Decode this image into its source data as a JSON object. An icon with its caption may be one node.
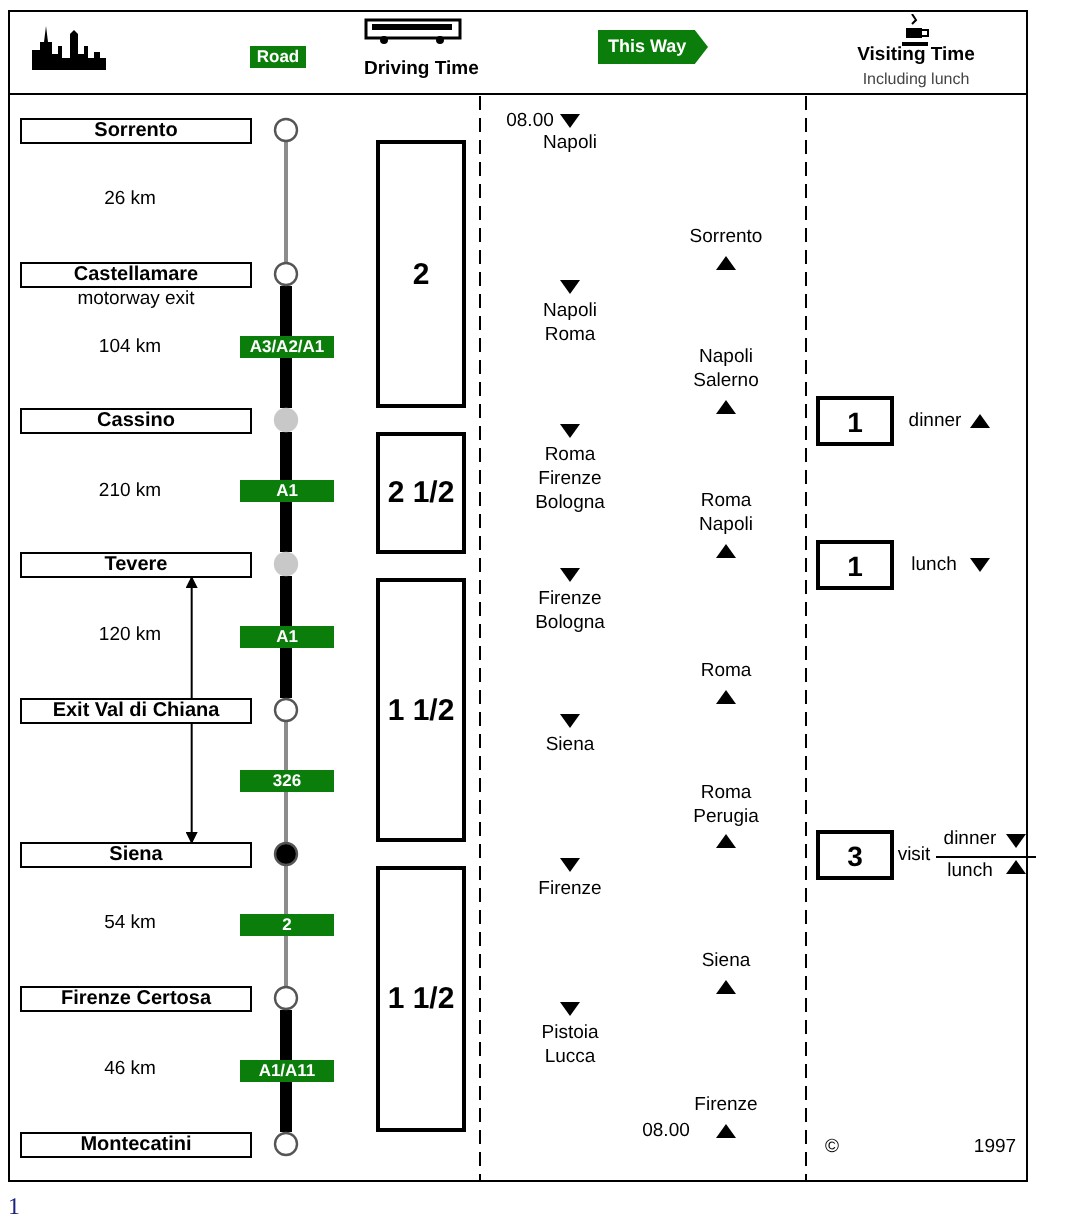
{
  "diagram": {
    "nodes": [
      {
        "text": [
          "Sorrento"
        ]
      },
      {
        "text": [
          "Castellamare"
        ],
        "beside": [
          "motorway exit"
        ]
      },
      {
        "text": [
          "Cassino"
        ]
      },
      {
        "text": [
          "Tevere"
        ]
      },
      {
        "text": [
          "Exit Val di Chiana"
        ]
      },
      {
        "text": [
          "Siena"
        ]
      },
      {
        "text": [
          "Firenze Certosa"
        ]
      },
      {
        "text": [
          "Montecatini"
        ]
      },
      {
        "text": [],
        "shape": "circle"
      },
      {
        "text": [],
        "shape": "circle"
      },
      {
        "text": [],
        "shape": "circle"
      },
      {
        "text": [],
        "shape": "circle"
      },
      {
        "text": [],
        "shape": "circle"
      },
      {
        "text": [],
        "shape": "circle"
      },
      {
        "text": [],
        "shape": "circle"
      },
      {
        "text": [],
        "shape": "circle"
      },
      {
        "text": [
          "2"
        ]
      },
      {
        "text": [
          "2 1/2"
        ]
      },
      {
        "text": [
          "1 1/2"
        ]
      },
      {
        "text": [
          "1 1/2"
        ]
      },
      {
        "text": [
          "1"
        ]
      },
      {
        "text": [
          "1"
        ]
      },
      {
        "text": [
          "3"
        ]
      }
    ],
    "edges": [
      {
        "from": 8,
        "to": 9,
        "arrow": "none",
        "color": "#8c8c8c"
      },
      {
        "from": 9,
        "to": 10,
        "arrow": "none",
        "style": "thick"
      },
      {
        "from": 10,
        "to": 11,
        "arrow": "none",
        "style": "thick"
      },
      {
        "from": 11,
        "to": 12,
        "arrow": "none",
        "style": "thick"
      },
      {
        "from": 12,
        "to": 13,
        "arrow": "none",
        "color": "#8c8c8c"
      },
      {
        "from": 13,
        "to": 14,
        "arrow": "none",
        "color": "#8c8c8c"
      },
      {
        "from": 14,
        "to": 15,
        "arrow": "none",
        "style": "thick"
      },
      {
        "from": 4,
        "to": 3,
        "arrow": "to"
      },
      {
        "from": 4,
        "to": 5,
        "arrow": "to"
      }
    ],
    "labels": [
      "Road",
      "Driving Time",
      "This Way",
      "Visiting Time",
      "Including lunch",
      "26 km",
      "104 km",
      "A3/A2/A1",
      "210 km",
      "A1",
      "120 km",
      "A1",
      "326",
      "54 km",
      "2",
      "46 km",
      "A1/A11",
      "08.00",
      "Napoli",
      "Napoli Roma",
      "Roma Firenze Bologna",
      "Firenze Bologna",
      "Siena",
      "Firenze",
      "Pistoia Lucca",
      "Sorrento",
      "Napoli Salerno",
      "Roma Napoli",
      "Roma",
      "Roma Perugia",
      "Siena",
      "Firenze",
      "08.00",
      "dinner",
      "lunch",
      "visit",
      "dinner",
      "lunch",
      "©",
      "1997",
      "1"
    ]
  }
}
